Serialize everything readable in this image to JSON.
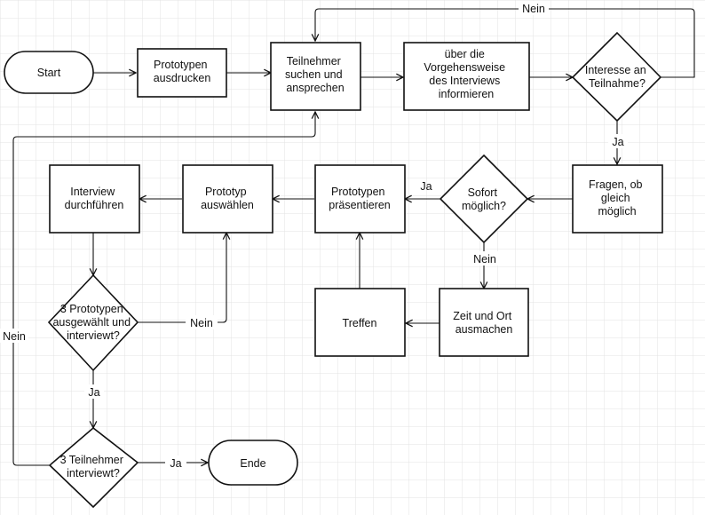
{
  "nodes": {
    "start": "Start",
    "prototypen_ausdrucken": [
      "Prototypen",
      "ausdrucken"
    ],
    "teilnehmer_suchen": [
      "Teilnehmer",
      "suchen und",
      "ansprechen"
    ],
    "informieren": [
      "über die",
      "Vorgehensweise",
      "des Interviews",
      "informieren"
    ],
    "interesse": [
      "Interesse an",
      "Teilnahme?"
    ],
    "fragen": [
      "Fragen, ob",
      "gleich",
      "möglich"
    ],
    "sofort": [
      "Sofort",
      "möglich?"
    ],
    "prototypen_praesentieren": [
      "Prototypen",
      "präsentieren"
    ],
    "prototyp_auswaehlen": [
      "Prototyp",
      "auswählen"
    ],
    "interview_durchfuehren": [
      "Interview",
      "durchführen"
    ],
    "zeit_ort": [
      "Zeit und Ort",
      "ausmachen"
    ],
    "treffen": "Treffen",
    "drei_prototypen": [
      "3 Prototypen",
      "ausgewählt und",
      "interviewt?"
    ],
    "drei_teilnehmer": [
      "3 Teilnehmer",
      "interviewt?"
    ],
    "ende": "Ende"
  },
  "edge_labels": {
    "interesse_nein": "Nein",
    "interesse_ja": "Ja",
    "sofort_ja": "Ja",
    "sofort_nein": "Nein",
    "prototypen_nein": "Nein",
    "prototypen_ja": "Ja",
    "teilnehmer_nein": "Nein",
    "teilnehmer_ja": "Ja"
  },
  "colors": {
    "line": "#111111",
    "grid": "#e3e3e3",
    "background": "#ffffff"
  }
}
